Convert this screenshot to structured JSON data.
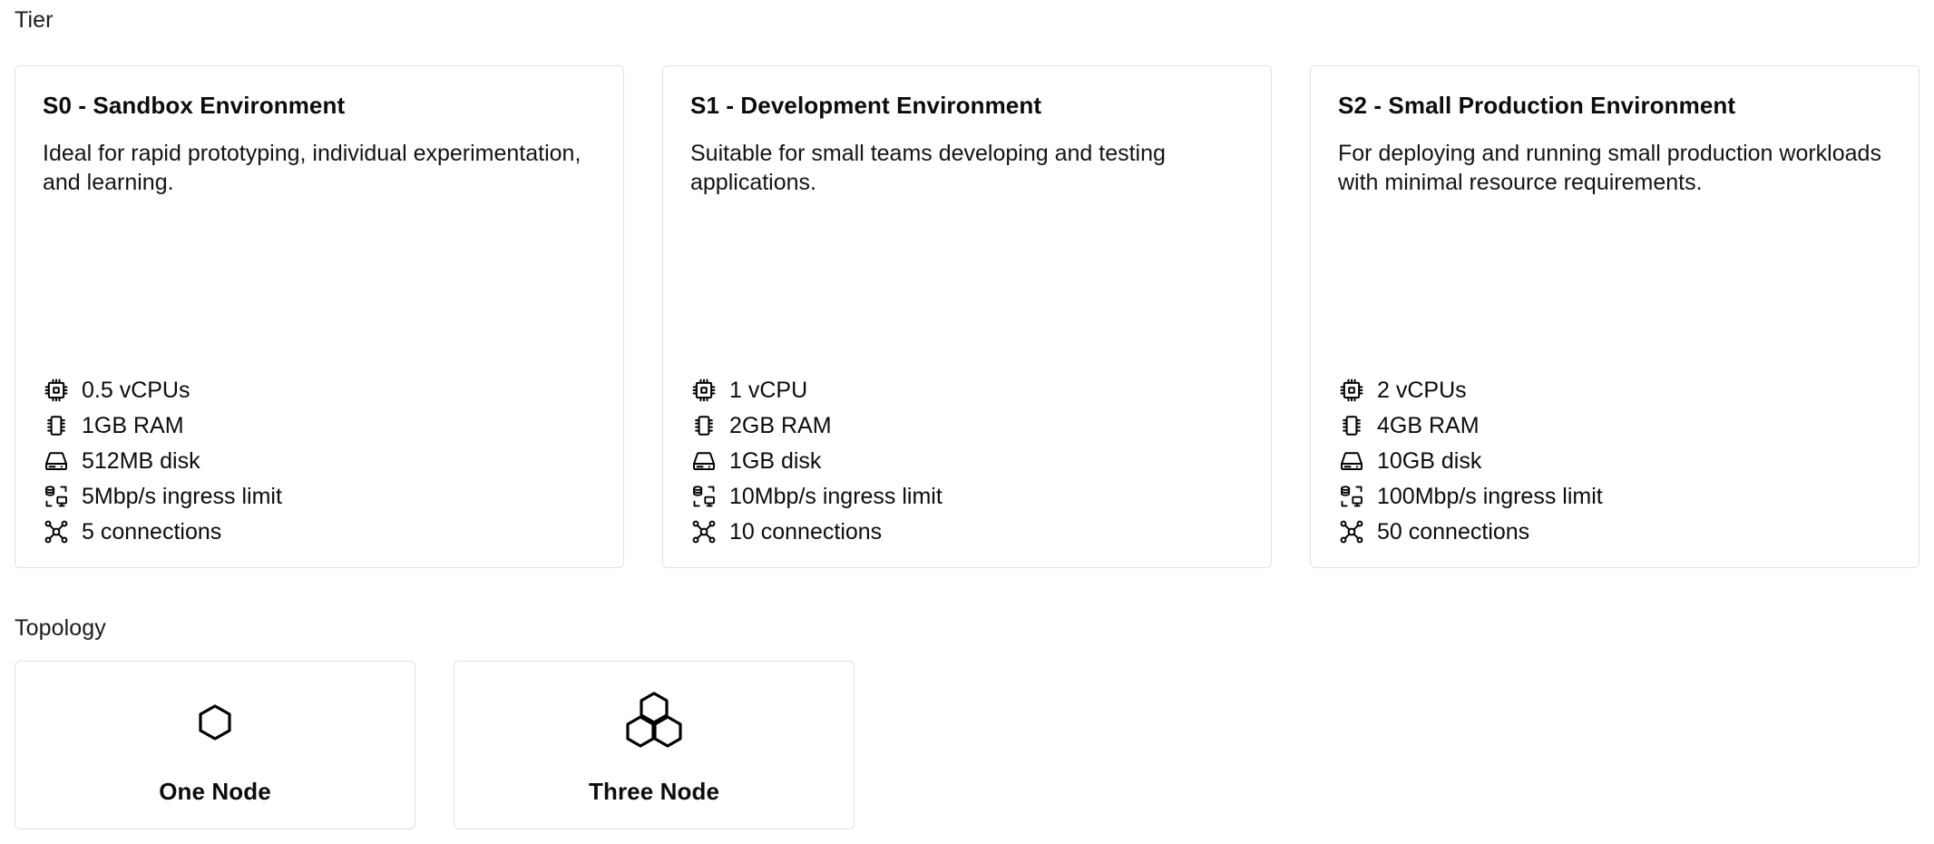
{
  "tier": {
    "label": "Tier",
    "cards": [
      {
        "title": "S0 - Sandbox Environment",
        "description": "Ideal for rapid prototyping, individual experimentation, and learning.",
        "specs": [
          {
            "icon": "cpu-icon",
            "text": "0.5 vCPUs"
          },
          {
            "icon": "memory-icon",
            "text": "1GB RAM"
          },
          {
            "icon": "hard-drive-icon",
            "text": "512MB disk"
          },
          {
            "icon": "network-transfer-icon",
            "text": "5Mbp/s ingress limit"
          },
          {
            "icon": "connections-icon",
            "text": "5 connections"
          }
        ]
      },
      {
        "title": "S1 - Development Environment",
        "description": "Suitable for small teams developing and testing applications.",
        "specs": [
          {
            "icon": "cpu-icon",
            "text": "1 vCPU"
          },
          {
            "icon": "memory-icon",
            "text": "2GB RAM"
          },
          {
            "icon": "hard-drive-icon",
            "text": "1GB disk"
          },
          {
            "icon": "network-transfer-icon",
            "text": "10Mbp/s ingress limit"
          },
          {
            "icon": "connections-icon",
            "text": "10 connections"
          }
        ]
      },
      {
        "title": "S2 - Small Production Environment",
        "description": "For deploying and running small production workloads with minimal resource requirements.",
        "specs": [
          {
            "icon": "cpu-icon",
            "text": "2 vCPUs"
          },
          {
            "icon": "memory-icon",
            "text": "4GB RAM"
          },
          {
            "icon": "hard-drive-icon",
            "text": "10GB disk"
          },
          {
            "icon": "network-transfer-icon",
            "text": "100Mbp/s ingress limit"
          },
          {
            "icon": "connections-icon",
            "text": "50 connections"
          }
        ]
      }
    ]
  },
  "topology": {
    "label": "Topology",
    "options": [
      {
        "label": "One Node",
        "icon": "single-hexagon-icon"
      },
      {
        "label": "Three Node",
        "icon": "triple-hexagon-icon"
      }
    ]
  },
  "colors": {
    "card_border": "#dde3e8",
    "text": "#0b0c0e",
    "background": "#ffffff"
  }
}
